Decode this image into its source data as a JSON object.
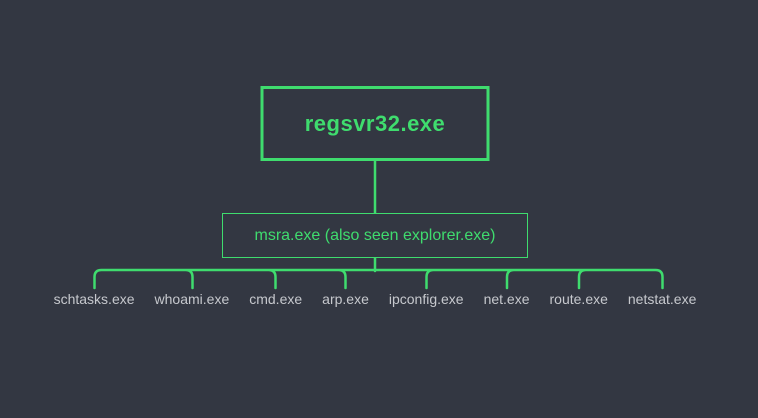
{
  "tree": {
    "root": {
      "label": "regsvr32.exe"
    },
    "child": {
      "label": "msra.exe (also seen explorer.exe)"
    },
    "leaves": [
      {
        "label": "schtasks.exe"
      },
      {
        "label": "whoami.exe"
      },
      {
        "label": "cmd.exe"
      },
      {
        "label": "arp.exe"
      },
      {
        "label": "ipconfig.exe"
      },
      {
        "label": "net.exe"
      },
      {
        "label": "route.exe"
      },
      {
        "label": "netstat.exe"
      }
    ]
  },
  "colors": {
    "background": "#333742",
    "accent": "#3fdc6e",
    "leaf_text": "#c6c8cd"
  }
}
